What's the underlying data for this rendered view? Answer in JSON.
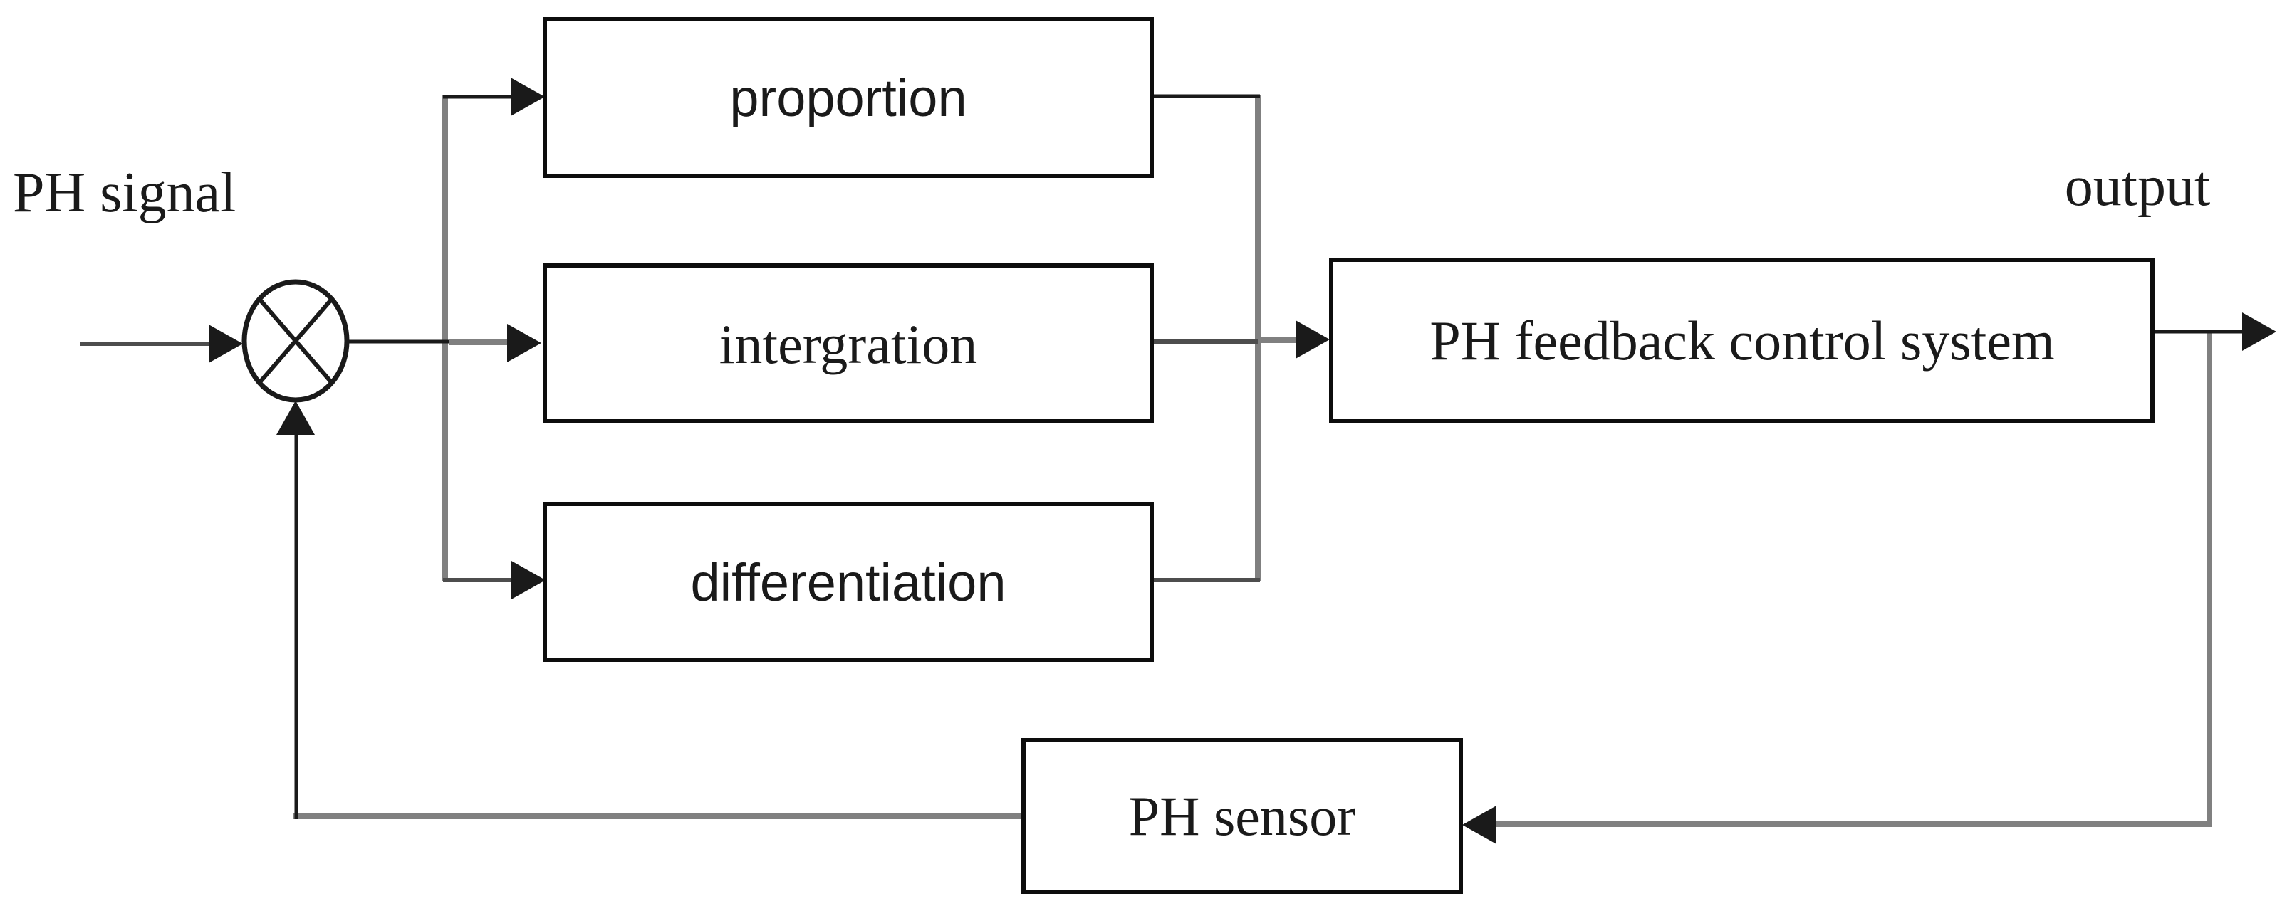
{
  "diagram": {
    "type": "block-diagram",
    "description": "PID pH feedback control loop",
    "labels": {
      "input_signal": "PH signal",
      "output": "output"
    },
    "nodes": {
      "summing_junction": "circle-with-x-multiply-junction",
      "proportion": "proportion",
      "integration": "intergration",
      "differentiation": "differentiation",
      "plant": "PH feedback control system",
      "sensor": "PH sensor"
    },
    "edges": [
      {
        "from": "PH signal input",
        "to": "summing junction",
        "arrow": true
      },
      {
        "from": "summing junction",
        "to": "proportion",
        "arrow": true
      },
      {
        "from": "summing junction",
        "to": "intergration",
        "arrow": true
      },
      {
        "from": "summing junction",
        "to": "differentiation",
        "arrow": true
      },
      {
        "from": "proportion",
        "to": "PH feedback control system",
        "arrow": true,
        "via": "merge line"
      },
      {
        "from": "intergration",
        "to": "PH feedback control system",
        "arrow": true,
        "via": "merge line"
      },
      {
        "from": "differentiation",
        "to": "PH feedback control system",
        "arrow": true,
        "via": "merge line"
      },
      {
        "from": "PH feedback control system",
        "to": "output",
        "arrow": true
      },
      {
        "from": "output line",
        "to": "PH sensor",
        "arrow": true
      },
      {
        "from": "PH sensor",
        "to": "summing junction",
        "arrow": true
      }
    ],
    "colors": {
      "line_dark": "#1a1a1a",
      "line_mid": "#4d4d4d",
      "line_gray": "#808080",
      "box_border": "#0d0d0d",
      "text": "#1a1a1a",
      "background": "#ffffff"
    }
  }
}
